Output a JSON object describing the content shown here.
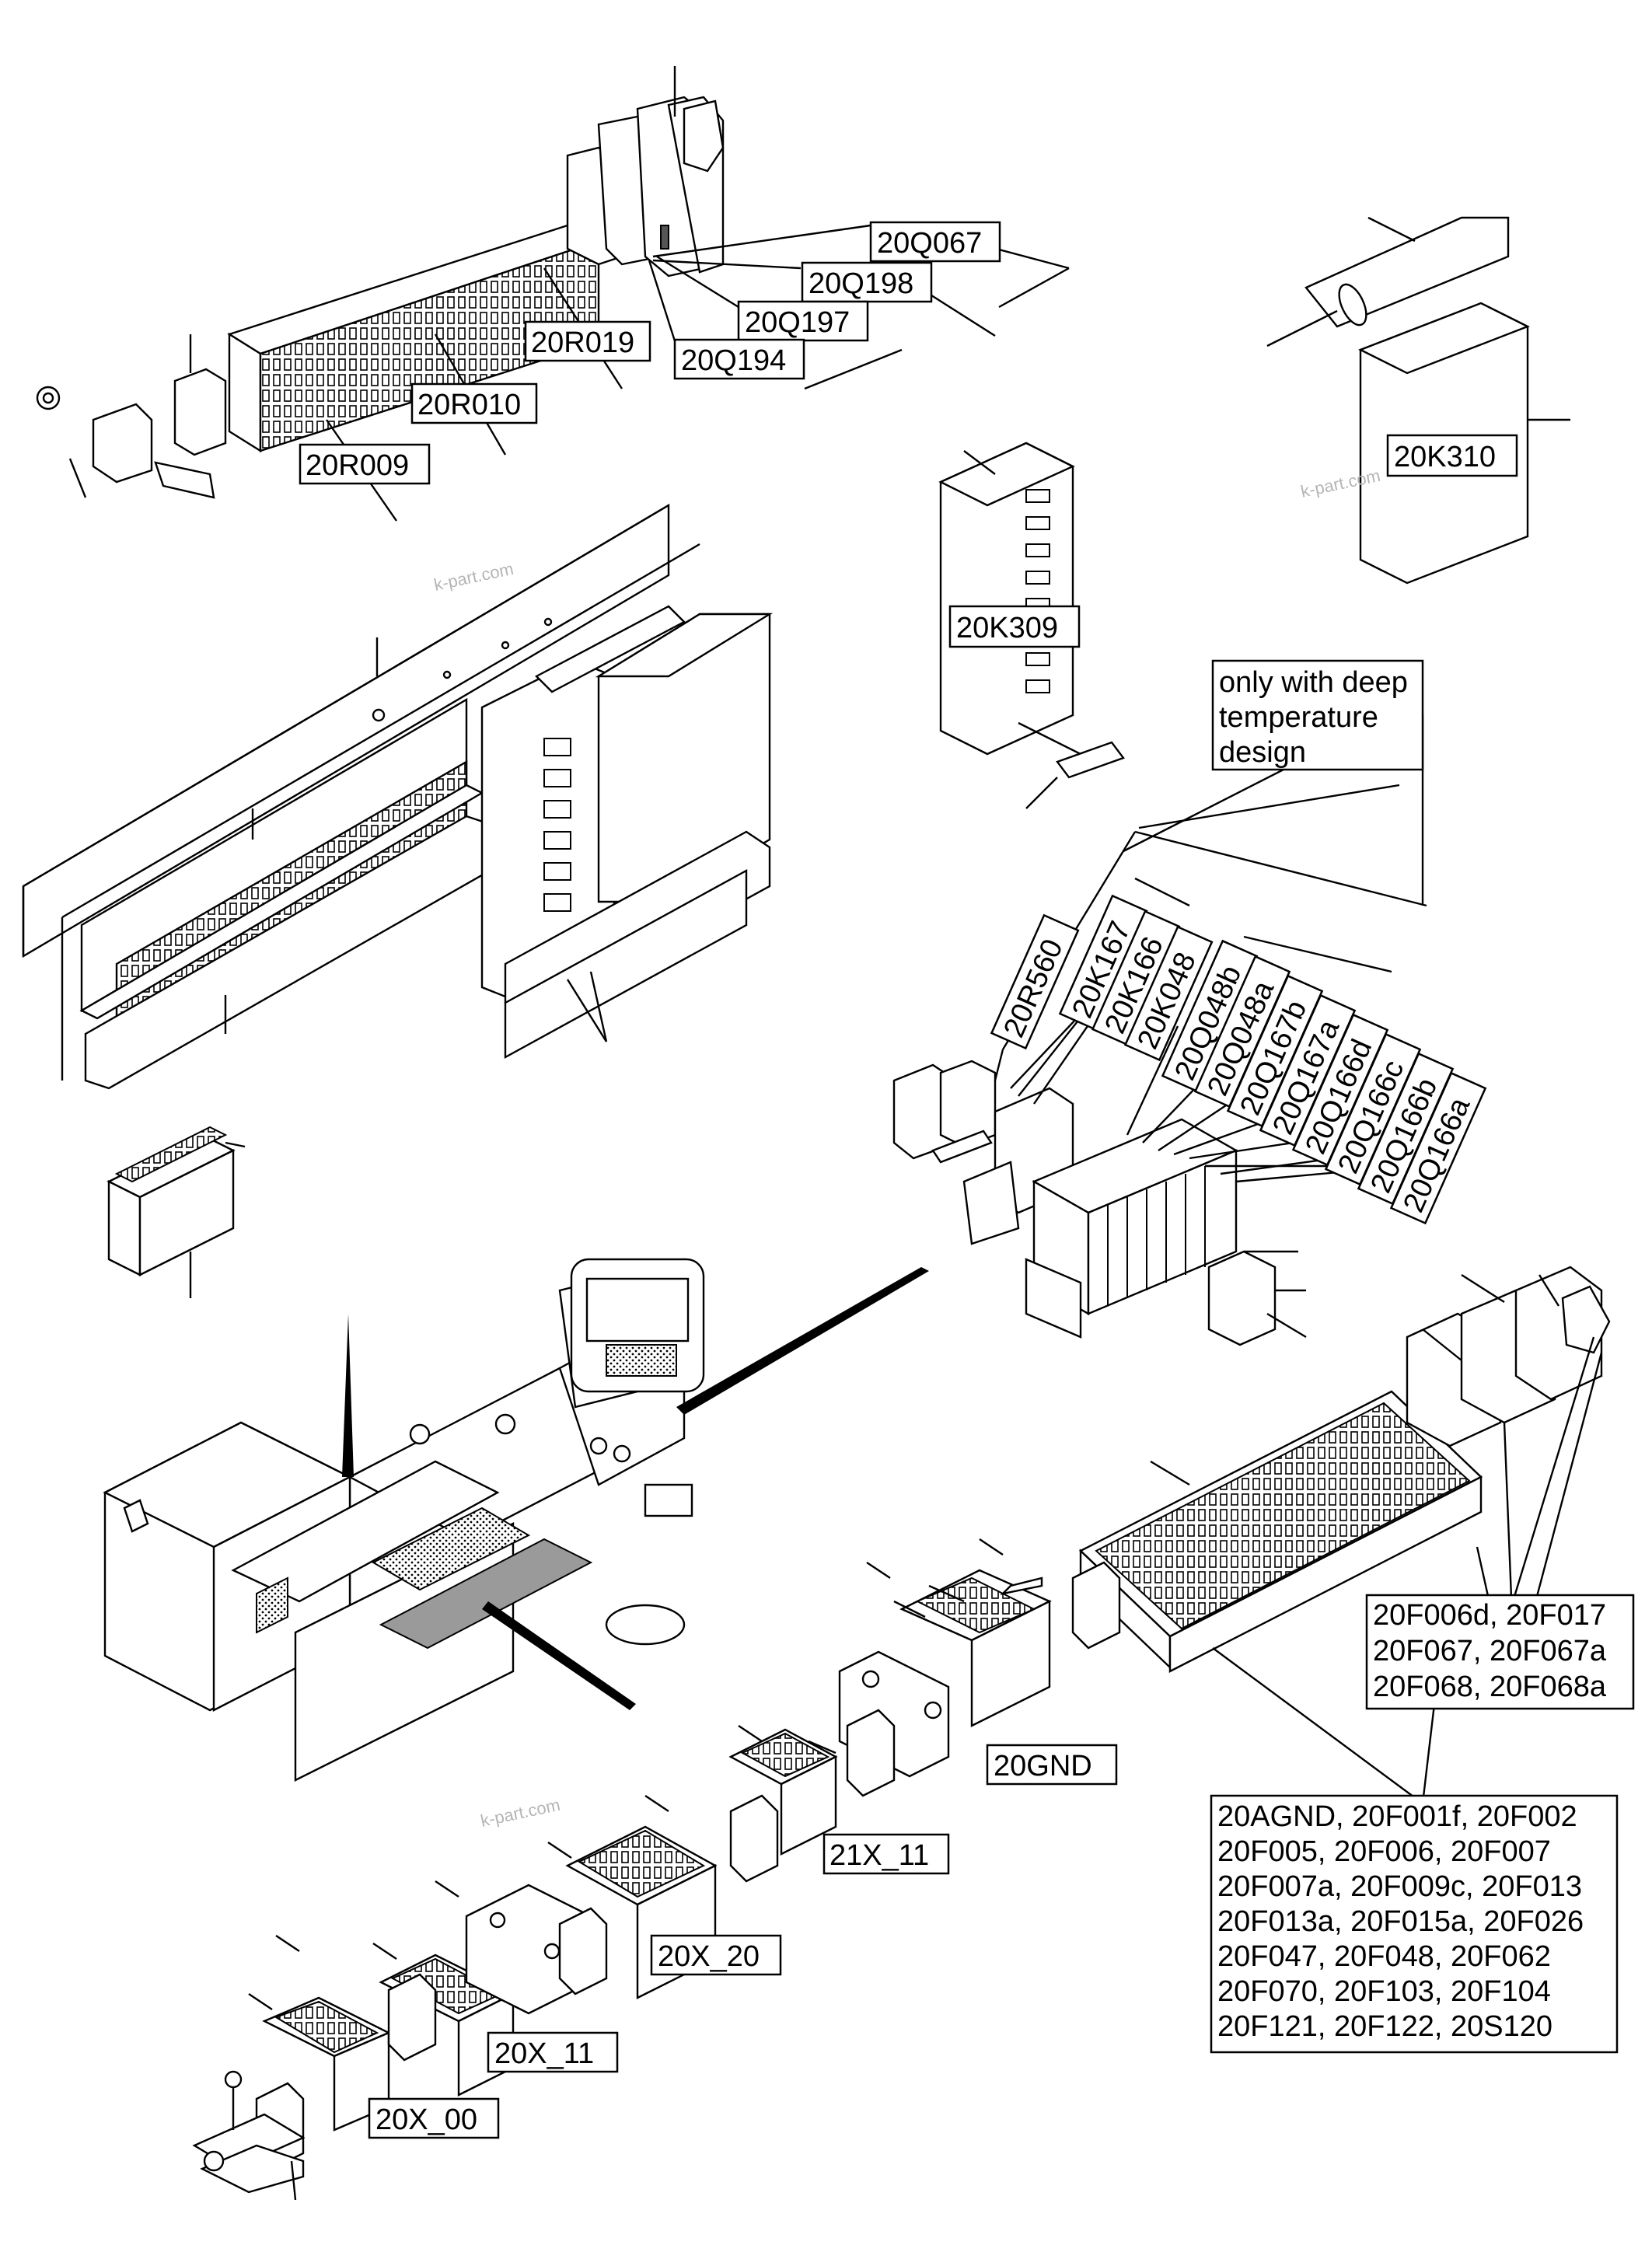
{
  "labels": {
    "q067": "20Q067",
    "q198": "20Q198",
    "q197": "20Q197",
    "q194": "20Q194",
    "r019": "20R019",
    "r010": "20R010",
    "r009": "20R009",
    "k310": "20K310",
    "k309": "20K309",
    "r560": "20R560",
    "k167": "20K167",
    "k166": "20K166",
    "k048": "20K048",
    "q048b": "20Q048b",
    "q048a": "20Q048a",
    "q167b": "20Q167b",
    "q167a": "20Q167a",
    "q166d": "20Q166d",
    "q166c": "20Q166c",
    "q166b": "20Q166b",
    "q166a": "20Q166a",
    "gnd": "20GND",
    "x21_11": "21X_11",
    "x20_20": "20X_20",
    "x20_11": "20X_11",
    "x20_00": "20X_00"
  },
  "note_deep_temperature": [
    "only with deep",
    "temperature",
    "design"
  ],
  "fuse_group_1": [
    "20F006d, 20F017",
    "20F067, 20F067a",
    "20F068, 20F068a"
  ],
  "fuse_group_2": [
    "20AGND, 20F001f, 20F002",
    "20F005, 20F006, 20F007",
    "20F007a, 20F009c, 20F013",
    "20F013a, 20F015a, 20F026",
    "20F047, 20F048, 20F062",
    "20F070, 20F103, 20F104",
    "20F121, 20F122, 20S120"
  ],
  "watermark": "k-part.com"
}
